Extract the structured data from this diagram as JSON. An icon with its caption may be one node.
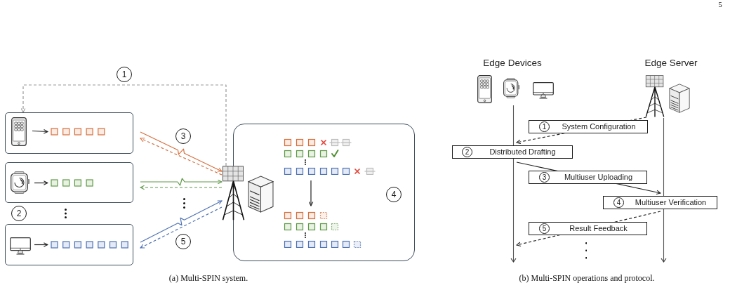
{
  "diagram": {
    "nodes": [
      {
        "text": [
          "1"
        ]
      },
      {
        "text": [],
        "shape": "box"
      },
      {
        "text": [],
        "shape": "picture",
        "in": 1
      },
      {
        "text": [],
        "shape": "picture",
        "in": 1
      },
      {
        "text": [],
        "shape": "box"
      },
      {
        "text": [],
        "shape": "picture",
        "in": 4
      },
      {
        "text": [],
        "shape": "picture",
        "in": 4
      },
      {
        "text": [
          "2"
        ]
      },
      {
        "text": [],
        "shape": "box"
      },
      {
        "text": [],
        "shape": "picture",
        "in": 8
      },
      {
        "text": [],
        "shape": "picture",
        "in": 8
      },
      {
        "text": [
          "3"
        ]
      },
      {
        "text": [
          "5"
        ]
      },
      {
        "text": [],
        "shape": "picture"
      },
      {
        "text": [],
        "shape": "box"
      },
      {
        "text": [],
        "shape": "picture",
        "in": 14
      },
      {
        "text": [],
        "shape": "picture",
        "in": 14
      },
      {
        "text": [
          "4"
        ],
        "in": 14
      },
      {
        "text": [],
        "shape": "picture"
      },
      {
        "text": [],
        "shape": "line"
      },
      {
        "text": [],
        "shape": "line"
      },
      {
        "text": [
          "System Configuration"
        ]
      },
      {
        "text": [
          "1"
        ],
        "in": 21
      },
      {
        "text": [
          "Distributed Drafting"
        ]
      },
      {
        "text": [
          "2"
        ],
        "in": 23
      },
      {
        "text": [
          "Multiuser Uploading"
        ]
      },
      {
        "text": [
          "3"
        ],
        "in": 25
      },
      {
        "text": [
          "Multiuser Verification"
        ]
      },
      {
        "text": [
          "4"
        ],
        "in": 27
      },
      {
        "text": [
          "Result Feedback"
        ]
      },
      {
        "text": [
          "5"
        ],
        "in": 29
      }
    ],
    "edges": [
      {
        "from": 13,
        "to": 1,
        "arrow": "to",
        "style": "dashed",
        "color": "#9a9a9a"
      },
      {
        "from": 1,
        "to": 13,
        "arrow": "to",
        "color": "#d6703f"
      },
      {
        "from": 13,
        "to": 1,
        "arrow": "to",
        "style": "dashed",
        "color": "#d6703f"
      },
      {
        "from": 4,
        "to": 13,
        "arrow": "to",
        "color": "#5f9a48"
      },
      {
        "from": 13,
        "to": 4,
        "arrow": "to",
        "style": "dashed",
        "color": "#5f9a48"
      },
      {
        "from": 8,
        "to": 13,
        "arrow": "to",
        "color": "#4f73b5"
      },
      {
        "from": 13,
        "to": 8,
        "arrow": "to",
        "style": "dashed",
        "color": "#4f73b5"
      },
      {
        "from": 2,
        "to": 3,
        "arrow": "to"
      },
      {
        "from": 5,
        "to": 6,
        "arrow": "to"
      },
      {
        "from": 9,
        "to": 10,
        "arrow": "to"
      },
      {
        "from": 15,
        "to": 16,
        "arrow": "to"
      },
      {
        "from": 18,
        "to": 19,
        "arrow": "to",
        "style": "dashed"
      },
      {
        "from": 19,
        "to": 20,
        "arrow": "to"
      },
      {
        "from": 20,
        "to": 19,
        "arrow": "to",
        "style": "dashed"
      }
    ],
    "labels": [
      "5",
      "Edge Devices",
      "Edge Server",
      "(a) Multi-SPIN system.",
      "(b) Multi-SPIN operations and protocol."
    ]
  }
}
